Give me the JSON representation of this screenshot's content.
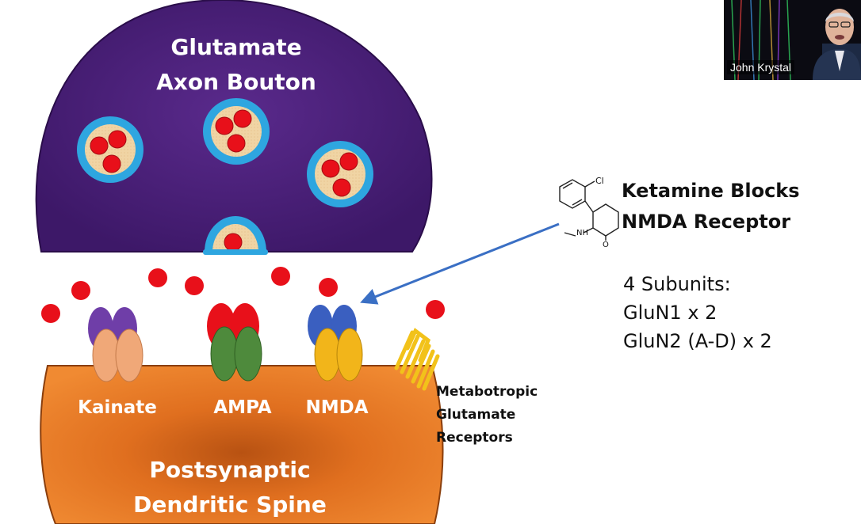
{
  "bouton": {
    "title_line1": "Glutamate",
    "title_line2": "Axon Bouton"
  },
  "receptors": {
    "kainate": "Kainate",
    "ampa": "AMPA",
    "nmda": "NMDA"
  },
  "metabotropic": {
    "line1": "Metabotropic",
    "line2": "Glutamate",
    "line3": "Receptors"
  },
  "spine": {
    "line1": "Postsynaptic",
    "line2": "Dendritic Spine"
  },
  "ketamine": {
    "title_line1": "Ketamine Blocks",
    "title_line2": "NMDA Receptor"
  },
  "molecule": {
    "cl": "Cl",
    "nh": "NH",
    "o": "O"
  },
  "subunits": {
    "heading": "4 Subunits:",
    "line1": "GluN1 x 2",
    "line2": "GluN2 (A-D) x 2"
  },
  "presenter": {
    "name": "John Krystal"
  },
  "colors": {
    "bouton": "#4b1f7a",
    "vesicle_ring": "#2ea6e0",
    "glutamate": "#e8101a",
    "spine": "#e87722",
    "arrow": "#3a6fc4"
  }
}
